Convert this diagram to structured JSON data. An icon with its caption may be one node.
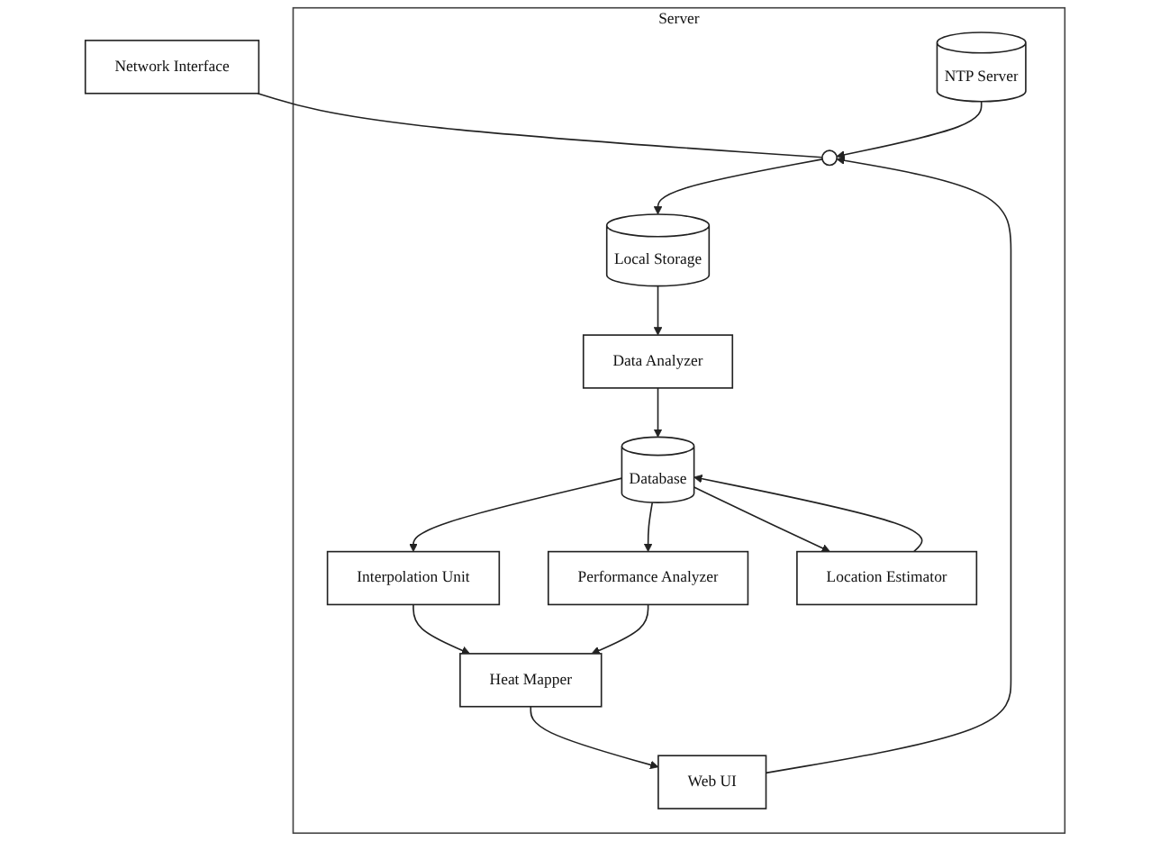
{
  "diagram": {
    "nodes": [
      {
        "text": [
          "Server"
        ]
      },
      {
        "text": [
          "Network Interface"
        ]
      },
      {
        "text": [],
        "shape": "circle",
        "in": 0
      },
      {
        "text": [
          "Web UI"
        ],
        "in": 0
      },
      {
        "text": [
          "Local Storage"
        ],
        "in": 0
      },
      {
        "text": [
          "NTP Server"
        ],
        "in": 0
      },
      {
        "text": [
          "Heat Mapper"
        ],
        "in": 0
      },
      {
        "text": [
          "Interpolation Unit"
        ],
        "in": 0
      },
      {
        "text": [
          "Performance Analyzer"
        ],
        "in": 0
      },
      {
        "text": [
          "Data Analyzer"
        ],
        "in": 0
      },
      {
        "text": [
          "Database"
        ],
        "in": 0
      },
      {
        "text": [
          "Location Estimator"
        ],
        "in": 0
      }
    ],
    "edges": [
      {
        "from": 1,
        "to": 2,
        "arrow": "none"
      },
      {
        "from": 3,
        "to": 2,
        "arrow": "to"
      },
      {
        "from": 2,
        "to": 4,
        "arrow": "to"
      },
      {
        "from": 5,
        "to": 2,
        "arrow": "to"
      },
      {
        "from": 6,
        "to": 3,
        "arrow": "to"
      },
      {
        "from": 7,
        "to": 6,
        "arrow": "to"
      },
      {
        "from": 8,
        "to": 6,
        "arrow": "to"
      },
      {
        "from": 10,
        "to": 7,
        "arrow": "to"
      },
      {
        "from": 10,
        "to": 8,
        "arrow": "to"
      },
      {
        "from": 4,
        "to": 9,
        "arrow": "to"
      },
      {
        "from": 9,
        "to": 10,
        "arrow": "to"
      },
      {
        "from": 10,
        "to": 11,
        "arrow": "to"
      },
      {
        "from": 11,
        "to": 10,
        "arrow": "to"
      }
    ]
  }
}
